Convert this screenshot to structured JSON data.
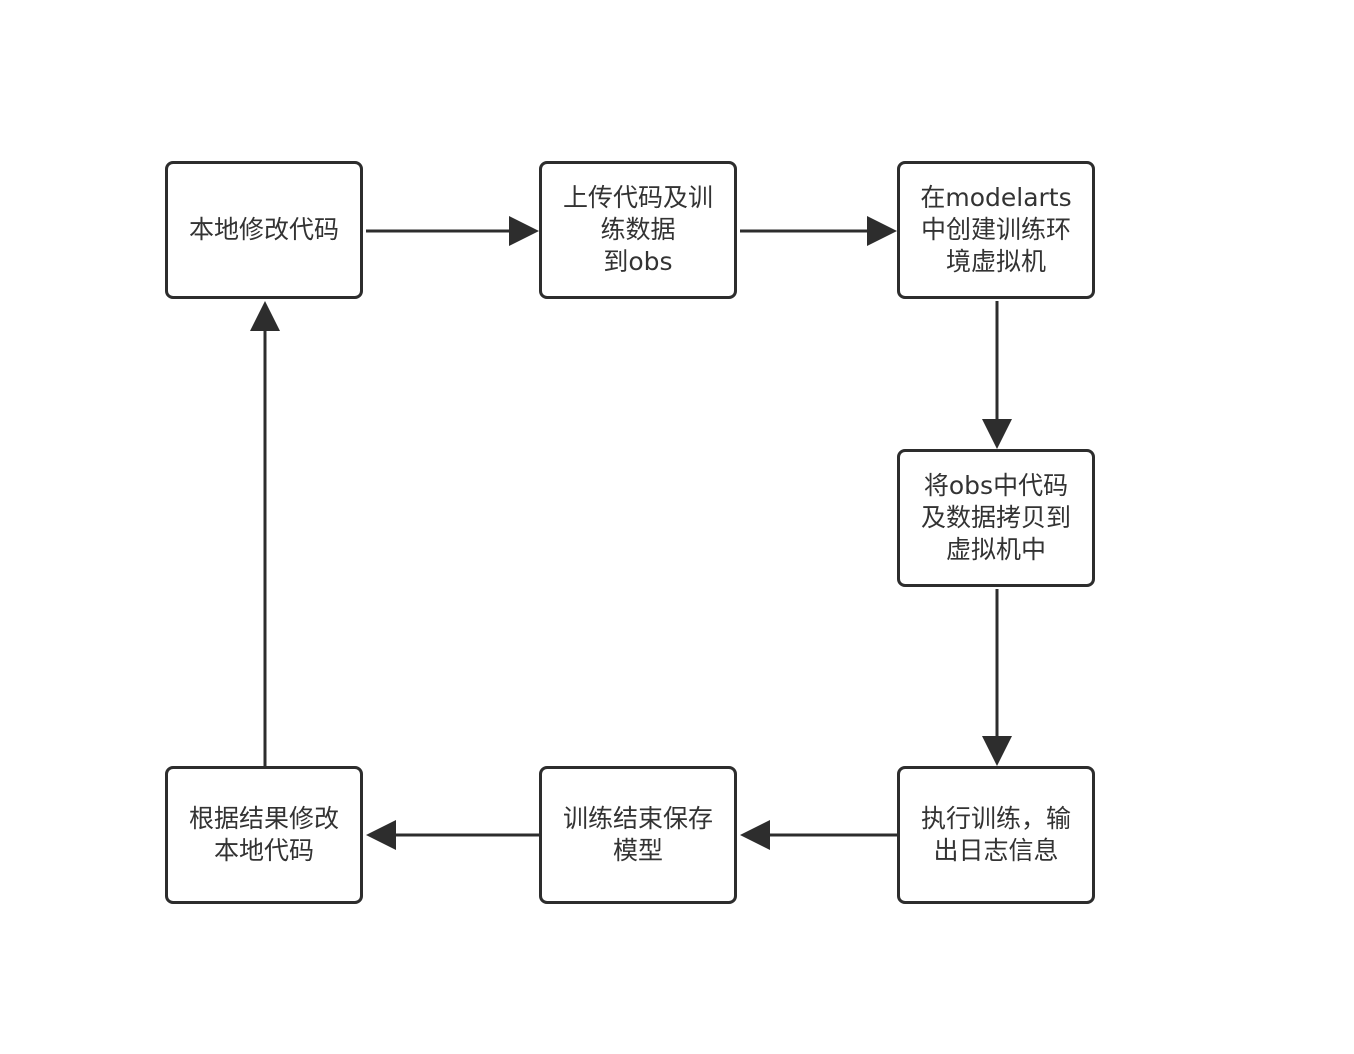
{
  "colors": {
    "stroke": "#2d2d2d",
    "text": "#333333",
    "background": "#ffffff"
  },
  "nodes": [
    {
      "id": "n1",
      "label": "本地修改代码"
    },
    {
      "id": "n2",
      "label": "上传代码及训\n练数据\n到obs"
    },
    {
      "id": "n3",
      "label": "在modelarts\n中创建训练环\n境虚拟机"
    },
    {
      "id": "n4",
      "label": "将obs中代码\n及数据拷贝到\n虚拟机中"
    },
    {
      "id": "n5",
      "label": "执行训练，输\n出日志信息"
    },
    {
      "id": "n6",
      "label": "训练结束保存\n模型"
    },
    {
      "id": "n7",
      "label": "根据结果修改\n本地代码"
    }
  ],
  "edges": [
    {
      "from": "n1",
      "to": "n2"
    },
    {
      "from": "n2",
      "to": "n3"
    },
    {
      "from": "n3",
      "to": "n4"
    },
    {
      "from": "n4",
      "to": "n5"
    },
    {
      "from": "n5",
      "to": "n6"
    },
    {
      "from": "n6",
      "to": "n7"
    },
    {
      "from": "n7",
      "to": "n1"
    }
  ]
}
